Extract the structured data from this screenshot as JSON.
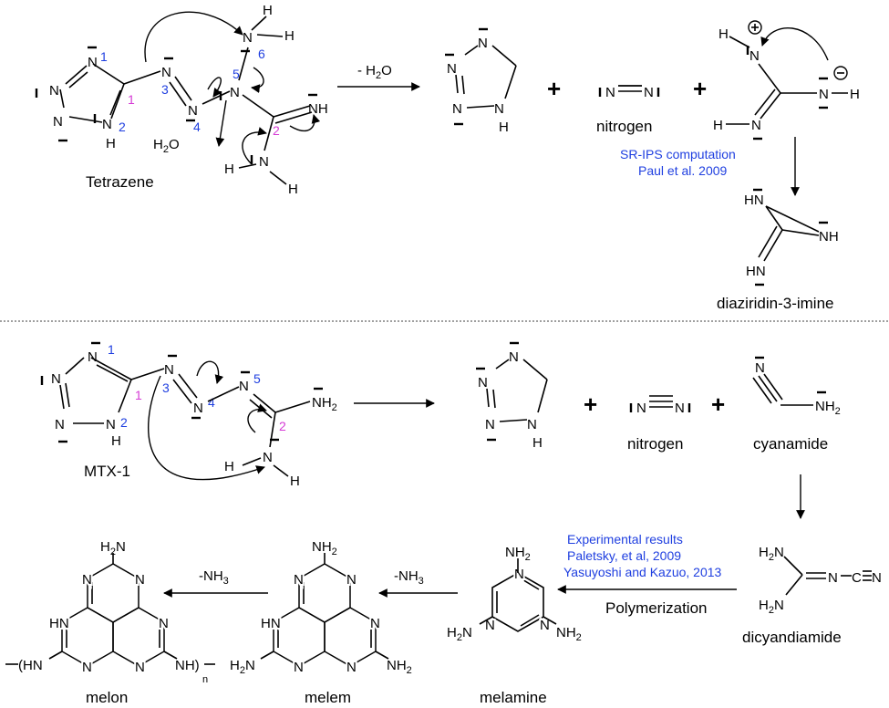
{
  "top": {
    "reactant_name": "Tetrazene",
    "water_label": "H2O",
    "arrow_label": "- H2O",
    "product_nitrogen": "nitrogen",
    "computation_note": [
      "SR-IPS computation",
      "Paul et al. 2009"
    ],
    "product_final": "diaziridin-3-imine"
  },
  "bottom": {
    "reactant_name": "MTX-1",
    "product_nitrogen": "nitrogen",
    "product_cyanamide": "cyanamide",
    "dicyandiamide": "dicyandiamide",
    "polymerization_label": "Polymerization",
    "experimental_note": [
      "Experimental results",
      "Paletsky, et al, 2009",
      "Yasuyoshi and Kazuo, 2013"
    ],
    "melamine": "melamine",
    "melem": "melem",
    "melon": "melon",
    "nh3_label_1": "-NH3",
    "nh3_label_2": "-NH3",
    "melon_repeat": "n"
  },
  "colors": {
    "atom_numbers": "#1f3fe0",
    "carbon_numbers": "#d53ad5",
    "citations": "#1f3fe0"
  }
}
